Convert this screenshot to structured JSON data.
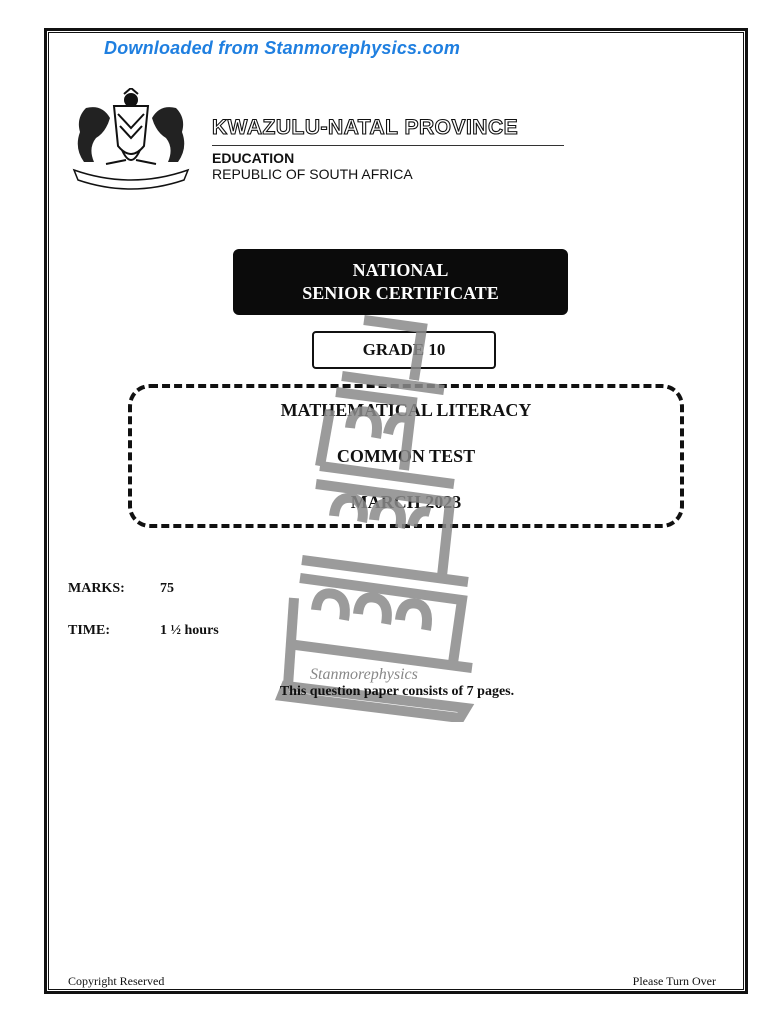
{
  "header": {
    "download_note": "Downloaded from Stanmorephysics.com",
    "province": "KWAZULU-NATAL PROVINCE",
    "department": "EDUCATION",
    "country": "REPUBLIC OF SOUTH AFRICA"
  },
  "certificate": {
    "line1": "NATIONAL",
    "line2": "SENIOR CERTIFICATE"
  },
  "grade": "GRADE 10",
  "subject": {
    "name": "MATHEMATICAL LITERACY",
    "test": "COMMON TEST",
    "date": "MARCH 2023"
  },
  "details": {
    "marks_label": "MARKS:",
    "marks_value": "75",
    "time_label": "TIME:",
    "time_value": "1 ½ hours"
  },
  "watermark": "Stanmorephysics",
  "pages_note": "This question paper consists of 7 pages.",
  "footer": {
    "left": "Copyright Reserved",
    "right": "Please Turn Over"
  },
  "icons": {
    "crest": "coat-of-arms-icon",
    "tower": "leaning-tower-icon"
  }
}
